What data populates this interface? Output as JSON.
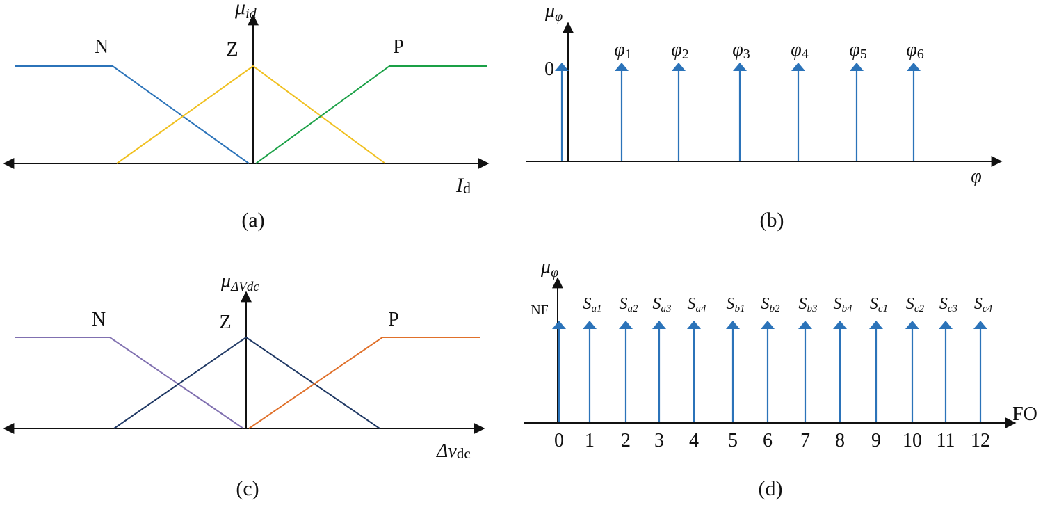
{
  "colors": {
    "axis": "#111111",
    "singleton": "#2b73b9",
    "a_N": "#2b73b9",
    "a_Z": "#f0c020",
    "a_P": "#1aa046",
    "c_N": "#8070b0",
    "c_Z": "#1f3864",
    "c_P": "#e0702a"
  },
  "panel_a": {
    "caption": "(a)",
    "y_axis_symbol": "μ",
    "y_axis_sub": "id",
    "x_axis_symbol": "I",
    "x_axis_sub": "d",
    "sets": [
      {
        "label": "N"
      },
      {
        "label": "Z"
      },
      {
        "label": "P"
      }
    ]
  },
  "panel_b": {
    "caption": "(b)",
    "y_axis_symbol": "μ",
    "y_axis_sub": "φ",
    "x_axis_label": "φ",
    "singletons": [
      {
        "label": "0",
        "sub": ""
      },
      {
        "label": "φ",
        "sub": "1"
      },
      {
        "label": "φ",
        "sub": "2"
      },
      {
        "label": "φ",
        "sub": "3"
      },
      {
        "label": "φ",
        "sub": "4"
      },
      {
        "label": "φ",
        "sub": "5"
      },
      {
        "label": "φ",
        "sub": "6"
      }
    ]
  },
  "panel_c": {
    "caption": "(c)",
    "y_axis_symbol": "μ",
    "y_axis_sub": "ΔVdc",
    "x_axis_symbol": "Δv",
    "x_axis_sub": "dc",
    "sets": [
      {
        "label": "N"
      },
      {
        "label": "Z"
      },
      {
        "label": "P"
      }
    ]
  },
  "panel_d": {
    "caption": "(d)",
    "y_axis_symbol": "μ",
    "y_axis_sub": "φ",
    "x_axis_label": "FO",
    "singletons": [
      {
        "label": "NF",
        "sub": "",
        "tick": "0"
      },
      {
        "label": "S",
        "sub": "a1",
        "tick": "1"
      },
      {
        "label": "S",
        "sub": "a2",
        "tick": "2"
      },
      {
        "label": "S",
        "sub": "a3",
        "tick": "3"
      },
      {
        "label": "S",
        "sub": "a4",
        "tick": "4"
      },
      {
        "label": "S",
        "sub": "b1",
        "tick": "5"
      },
      {
        "label": "S",
        "sub": "b2",
        "tick": "6"
      },
      {
        "label": "S",
        "sub": "b3",
        "tick": "7"
      },
      {
        "label": "S",
        "sub": "b4",
        "tick": "8"
      },
      {
        "label": "S",
        "sub": "c1",
        "tick": "9"
      },
      {
        "label": "S",
        "sub": "c2",
        "tick": "10"
      },
      {
        "label": "S",
        "sub": "c3",
        "tick": "11"
      },
      {
        "label": "S",
        "sub": "c4",
        "tick": "12"
      }
    ]
  }
}
